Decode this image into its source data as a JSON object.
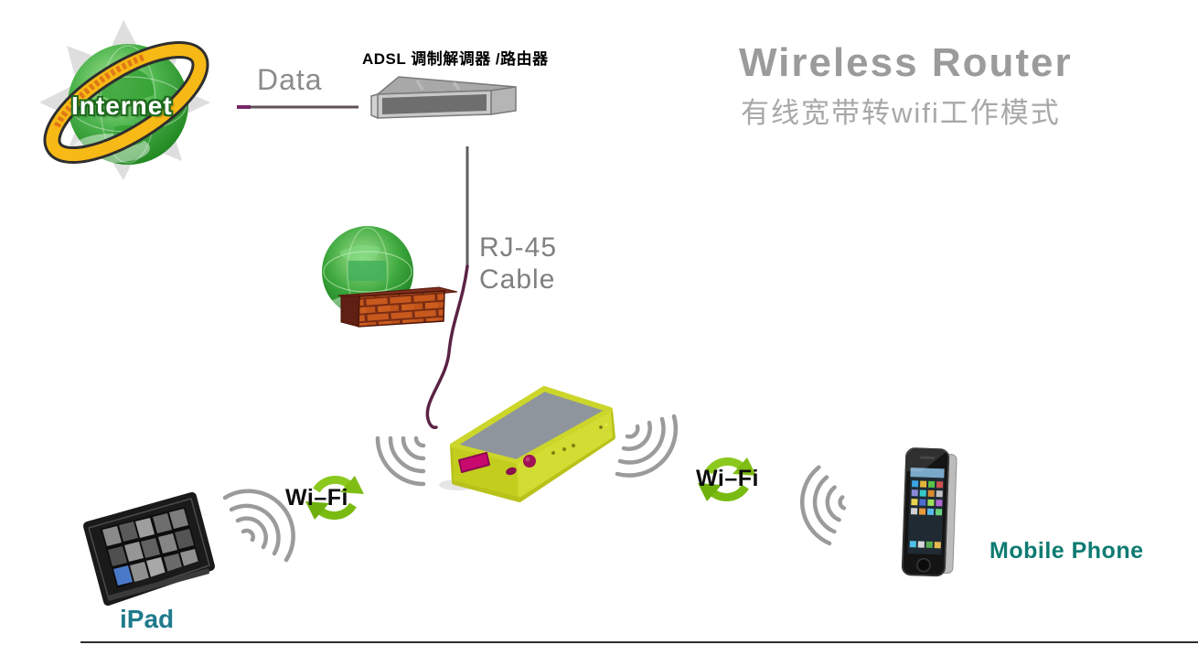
{
  "header": {
    "title": "Wireless Router",
    "subtitle": "有线宽带转wifi工作模式"
  },
  "nodes": {
    "internet": {
      "label": "Internet"
    },
    "adsl_modem": {
      "label": "ADSL 调制解调器 /路由器"
    },
    "ipad": {
      "label": "iPad"
    },
    "mobile_phone": {
      "label": "Mobile Phone"
    }
  },
  "connections": {
    "data_link": {
      "label": "Data"
    },
    "rj45": {
      "label_line1": "RJ-45",
      "label_line2": "Cable"
    },
    "wifi_left": {
      "label": "Wi–Fi"
    },
    "wifi_right": {
      "label": "Wi–Fi"
    }
  },
  "icons": {
    "internet": "internet-globe-with-yellow-ring",
    "firewall": "green-globe-behind-brick-wall",
    "adsl_modem": "gray-modem-box",
    "router": "yellow-wireless-router-device",
    "wifi_sync": "green-circular-arrows",
    "signal": "gray-radio-wave-arcs",
    "ipad": "black-tablet",
    "mobile_phone": "black-smartphone"
  },
  "colors": {
    "accent_green": "#8cc91e",
    "label_teal": "#20798c",
    "mobile_teal": "#0e7b72",
    "router_yellow": "#ccd62a",
    "router_top_gray": "#8e959c",
    "port_magenta": "#c80a6e",
    "title_gray": "#9b9b9b",
    "brick_orange": "#c7591d",
    "cable_purple": "#5a2344",
    "wave_gray": "#9b9b9b"
  }
}
